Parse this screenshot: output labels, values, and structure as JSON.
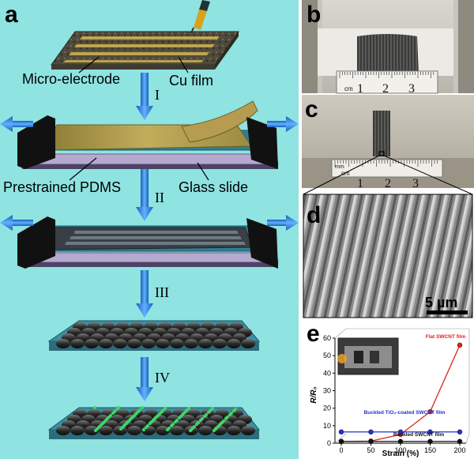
{
  "panels": {
    "a": {
      "letter": "a",
      "labels": {
        "micro_electrode": "Micro-electrode",
        "cu_film": "Cu film",
        "prestrained_pdms": "Prestrained PDMS",
        "glass_slide": "Glass slide"
      },
      "steps": [
        "I",
        "II",
        "III",
        "IV"
      ]
    },
    "b": {
      "letter": "b",
      "ruler": [
        "cm",
        "1",
        "2",
        "3"
      ]
    },
    "c": {
      "letter": "c",
      "ruler": [
        "cm",
        "1",
        "2",
        "3"
      ],
      "ruler_mm": "mm"
    },
    "d": {
      "letter": "d",
      "scale_bar": "5 µm"
    },
    "e": {
      "letter": "e"
    }
  },
  "chart_data": {
    "type": "line",
    "x": [
      0,
      50,
      100,
      150,
      200
    ],
    "xlabel": "Strain (%)",
    "ylabel": "R/R₀",
    "xlim": [
      0,
      200
    ],
    "ylim": [
      0,
      60
    ],
    "xticks": [
      "0",
      "50",
      "100",
      "150",
      "200"
    ],
    "yticks": [
      "0",
      "10",
      "20",
      "30",
      "40",
      "50",
      "60"
    ],
    "series": [
      {
        "name": "Flat SWCNT film",
        "color": "#e02020",
        "values": [
          1,
          1.2,
          5,
          18,
          56
        ]
      },
      {
        "name": "Buckled TiO₂-coated SWCNT film",
        "color": "#2030d0",
        "values": [
          1,
          1,
          1,
          1,
          1
        ]
      },
      {
        "name": "Buckled SWCNT film",
        "color": "#111111",
        "values": [
          1,
          1,
          1,
          1,
          1
        ]
      }
    ]
  },
  "colors": {
    "panel_a_bg": "#8fe3e1",
    "arrow_blue": "#2a7fd8",
    "substrate": "#3c8fa0"
  }
}
